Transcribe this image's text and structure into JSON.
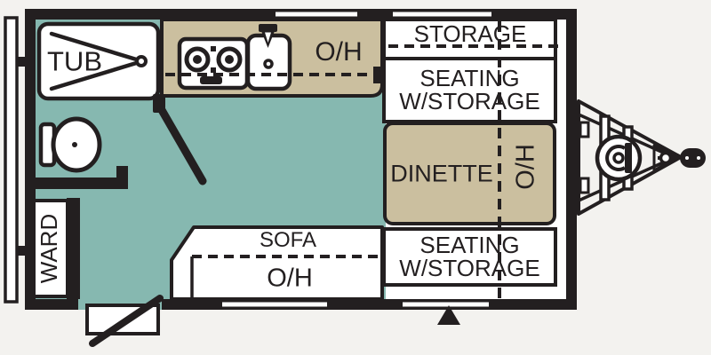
{
  "diagram": {
    "type": "travel-trailer-floorplan",
    "description": "Single-axle travel trailer floor plan, rear bumper at left, A-frame tongue hitch at right, entry door and step at bottom"
  },
  "colors": {
    "bg": "#f3f2ef",
    "floor": "#86b8b0",
    "counter": "#cbbf9f",
    "wall": "#231f20",
    "text": "#231f20",
    "white": "#ffffff"
  },
  "rooms": {
    "bath": {
      "tub_label": "TUB"
    },
    "kitchen": {
      "overhead_label": "O/H"
    },
    "storage": {
      "label": "STORAGE"
    },
    "seating_front": {
      "line1": "SEATING",
      "line2": "W/STORAGE"
    },
    "dinette": {
      "label": "DINETTE",
      "overhead_label": "O/H"
    },
    "seating_rear": {
      "line1": "SEATING",
      "line2": "W/STORAGE"
    },
    "sofa": {
      "label": "SOFA",
      "overhead_label": "O/H"
    },
    "wardrobe": {
      "label": "WARD"
    }
  }
}
